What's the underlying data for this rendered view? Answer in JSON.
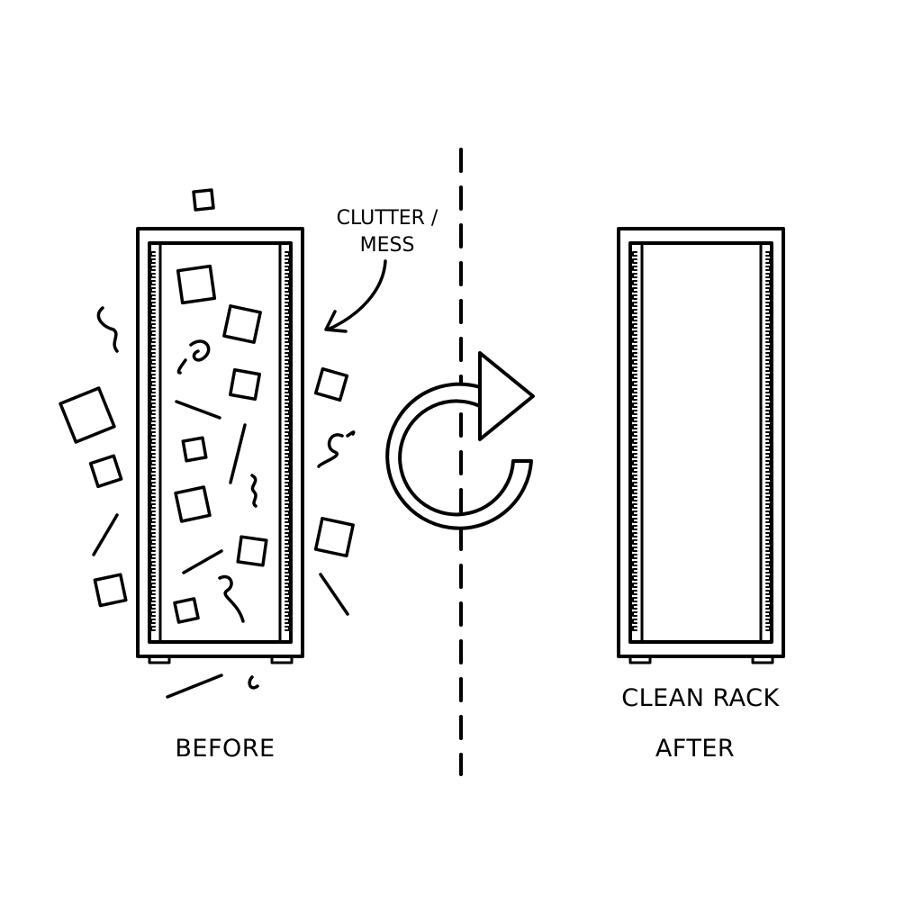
{
  "labels": {
    "before": "BEFORE",
    "after": "AFTER",
    "clean_rack": "CLEAN RACK",
    "clutter_line1": "CLUTTER /",
    "clutter_line2": "MESS"
  },
  "colors": {
    "ink": "#000000",
    "background": "#ffffff"
  },
  "icons": {
    "transition": "circular-arrow-icon",
    "annotation": "curved-arrow-icon"
  }
}
